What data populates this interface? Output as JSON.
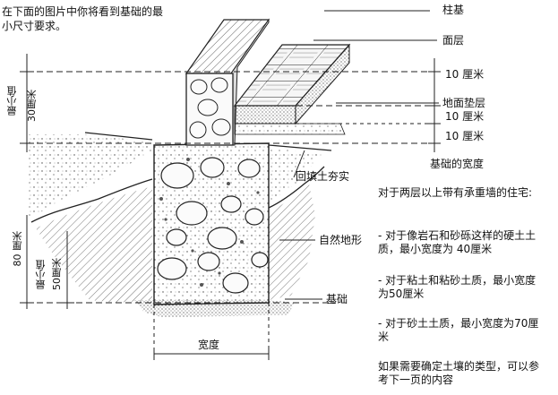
{
  "intro": [
    "在下面的图片中你将看到基础的最",
    "小尺寸要求。"
  ],
  "labels": {
    "column_base": "柱基",
    "surface": "面层",
    "ten_cm_1": "10 厘米",
    "floor_cushion": "地面垫层",
    "ten_cm_2": "10 厘米",
    "ten_cm_3": "10 厘米",
    "foundation_width": "基础的宽度",
    "backfill": "回填土夯实",
    "natural_ground": "自然地形",
    "foundation": "基础",
    "width": "宽度"
  },
  "vertical_labels": {
    "min_30_a": "最小值",
    "min_30_b": "30厘米",
    "eighty_cm": "80 厘米",
    "min_50_a": "最小值",
    "min_50_b": "50厘米"
  },
  "notes": {
    "heading": "对于两层以上带有承重墙的住宅:",
    "item_1": "- 对于像岩石和砂砾这样的硬土土质，最小宽度为 40厘米",
    "item_2": "- 对于粘土和粘砂土质，最小宽度为50厘米",
    "item_3": "- 对于砂土土质，最小宽度为70厘米",
    "footer": "如果需要确定土壤的类型，可以参考下一页的内容"
  }
}
